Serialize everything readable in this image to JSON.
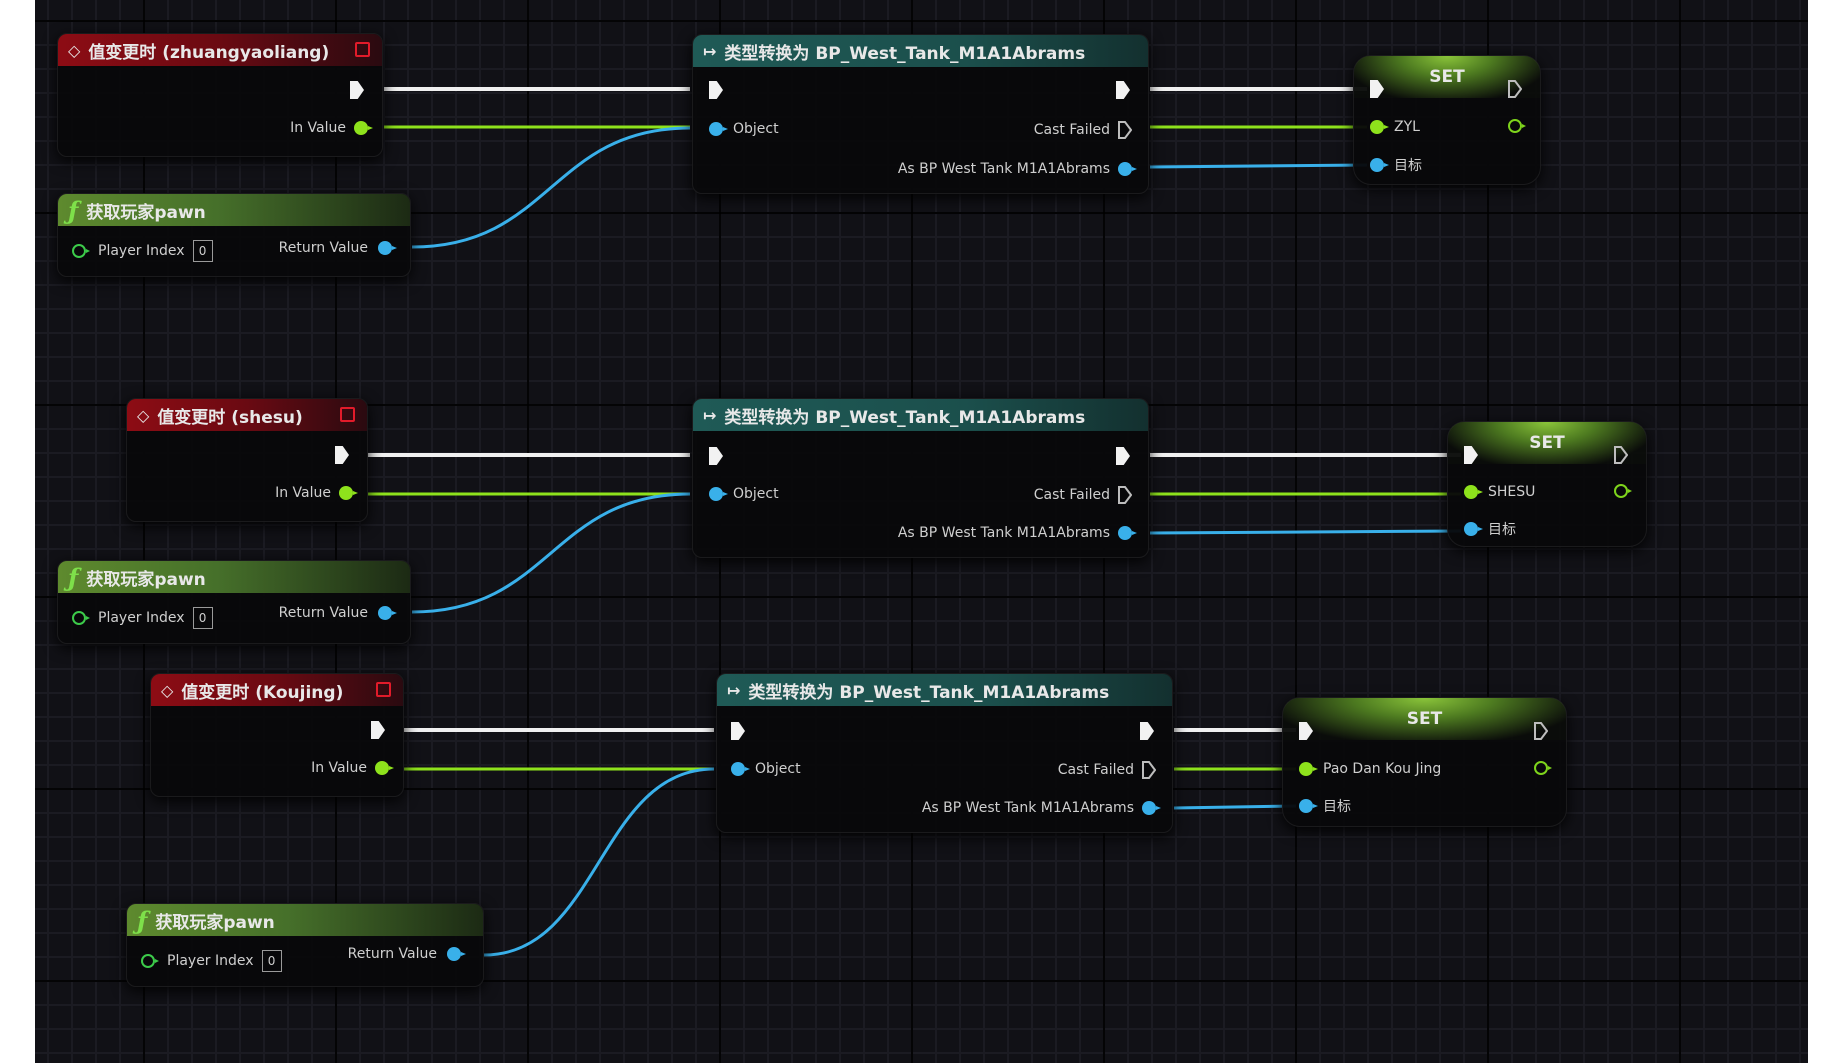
{
  "graph": {
    "groups": [
      {
        "event": {
          "title": "值变更时 (zhuangyaoliang)",
          "icon": "event-diamond-icon",
          "in_value_label": "In Value"
        },
        "get_pawn": {
          "title": "获取玩家pawn",
          "icon": "function-icon",
          "player_index_label": "Player Index",
          "player_index_value": "0",
          "return_label": "Return Value"
        },
        "cast": {
          "title": "类型转换为 BP_West_Tank_M1A1Abrams",
          "icon": "cast-arrow-icon",
          "object_label": "Object",
          "cast_failed_label": "Cast Failed",
          "as_label": "As BP West Tank M1A1Abrams"
        },
        "set": {
          "title": "SET",
          "var_label": "ZYL",
          "target_label": "目标"
        }
      },
      {
        "event": {
          "title": "值变更时 (shesu)",
          "icon": "event-diamond-icon",
          "in_value_label": "In Value"
        },
        "get_pawn": {
          "title": "获取玩家pawn",
          "icon": "function-icon",
          "player_index_label": "Player Index",
          "player_index_value": "0",
          "return_label": "Return Value"
        },
        "cast": {
          "title": "类型转换为 BP_West_Tank_M1A1Abrams",
          "icon": "cast-arrow-icon",
          "object_label": "Object",
          "cast_failed_label": "Cast Failed",
          "as_label": "As BP West Tank M1A1Abrams"
        },
        "set": {
          "title": "SET",
          "var_label": "SHESU",
          "target_label": "目标"
        }
      },
      {
        "event": {
          "title": "值变更时 (Koujing)",
          "icon": "event-diamond-icon",
          "in_value_label": "In Value"
        },
        "get_pawn": {
          "title": "获取玩家pawn",
          "icon": "function-icon",
          "player_index_label": "Player Index",
          "player_index_value": "0",
          "return_label": "Return Value"
        },
        "cast": {
          "title": "类型转换为 BP_West_Tank_M1A1Abrams",
          "icon": "cast-arrow-icon",
          "object_label": "Object",
          "cast_failed_label": "Cast Failed",
          "as_label": "As BP West Tank M1A1Abrams"
        },
        "set": {
          "title": "SET",
          "var_label": "Pao Dan Kou Jing",
          "target_label": "目标"
        }
      }
    ],
    "colors": {
      "exec_wire": "#f0f0f0",
      "float_wire": "#8ee21c",
      "object_wire": "#39b0ea",
      "event_header": "#8d0c14",
      "function_header": "#5e8a2e",
      "cast_header": "#1f5a56",
      "set_header": "#8ac43a"
    }
  }
}
